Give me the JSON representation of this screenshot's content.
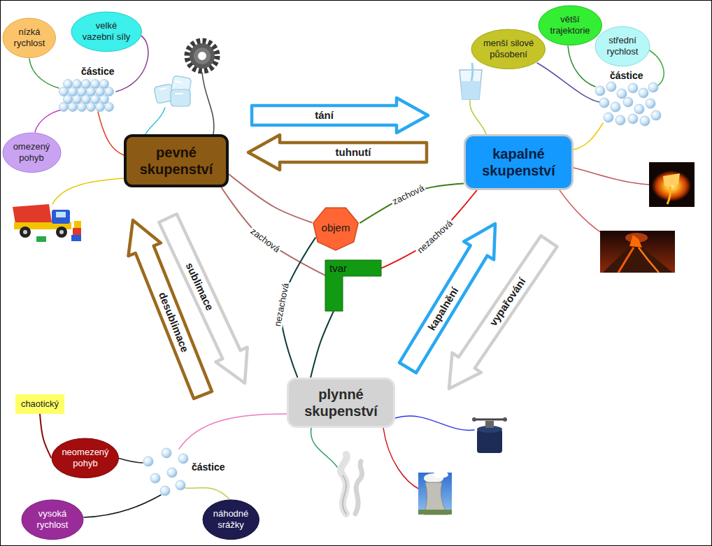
{
  "diagram": {
    "nodes": [
      {
        "text": [
          "nízká rychlost"
        ]
      },
      {
        "text": [
          "velké vazební síly"
        ]
      },
      {
        "text": [
          "menší silové působení"
        ]
      },
      {
        "text": [
          "větší trajektorie"
        ]
      },
      {
        "text": [
          "střední rychlost"
        ]
      },
      {
        "text": [
          "omezený pohyb"
        ]
      },
      {
        "text": [
          "pevné skupenství"
        ]
      },
      {
        "text": [
          "kapalné skupenství"
        ]
      },
      {
        "text": [
          "objem"
        ]
      },
      {
        "text": [
          "tvar"
        ]
      },
      {
        "text": [
          "plynné skupenství"
        ]
      },
      {
        "text": [
          "chaotický"
        ]
      },
      {
        "text": [
          "neomezený pohyb"
        ]
      },
      {
        "text": [
          "vysoká rychlost"
        ]
      },
      {
        "text": [
          "náhodné srážky"
        ]
      }
    ],
    "edges": [
      {
        "from": 6,
        "to": 7,
        "label": "tání",
        "arrow": "to"
      },
      {
        "from": 7,
        "to": 6,
        "label": "tuhnutí",
        "arrow": "to"
      },
      {
        "from": 6,
        "to": 10,
        "label": "sublimace",
        "arrow": "to"
      },
      {
        "from": 10,
        "to": 6,
        "label": "desublimace",
        "arrow": "to"
      },
      {
        "from": 10,
        "to": 7,
        "label": "kapalnění",
        "arrow": "to"
      },
      {
        "from": 7,
        "to": 10,
        "label": "vypařování",
        "arrow": "to"
      },
      {
        "from": 6,
        "to": 8,
        "arrow": "none"
      },
      {
        "from": 6,
        "to": 9,
        "label": "zachová",
        "arrow": "none"
      },
      {
        "from": 7,
        "to": 8,
        "label": "zachová",
        "arrow": "none"
      },
      {
        "from": 7,
        "to": 9,
        "label": "nezachová",
        "arrow": "none"
      },
      {
        "from": 10,
        "to": 8,
        "label": "nezachová",
        "arrow": "none"
      },
      {
        "from": 10,
        "to": 9,
        "arrow": "none"
      },
      {
        "from": 11,
        "to": 12,
        "arrow": "none"
      }
    ],
    "labels": [
      "částice",
      "částice",
      "částice"
    ]
  }
}
